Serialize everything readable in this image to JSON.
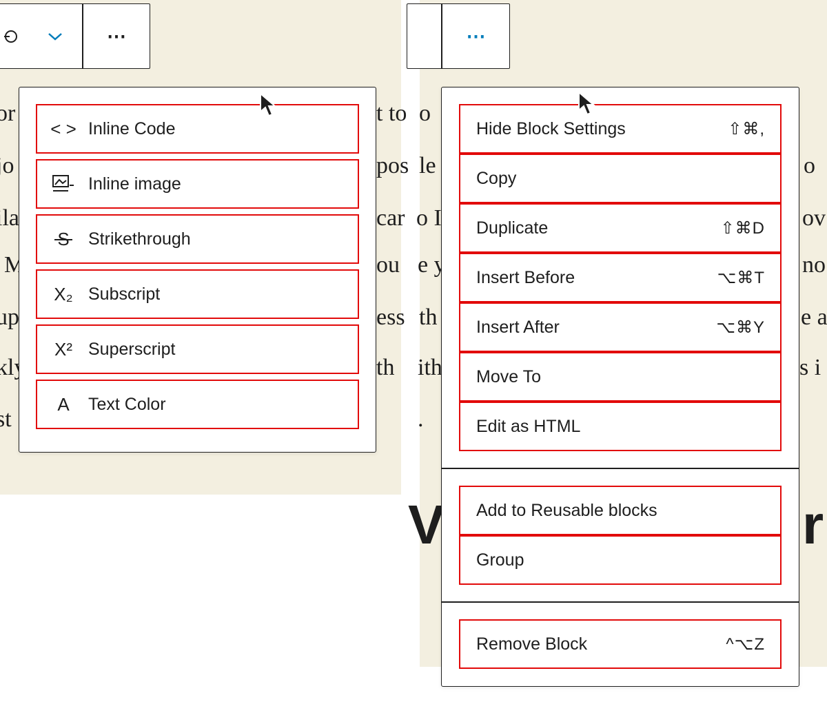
{
  "colors": {
    "editor_bg": "#f3efe0",
    "highlight": "#e20a0a",
    "accent": "#007cba",
    "text": "#1e1e1e"
  },
  "background_text": {
    "left": [
      "or",
      "jo",
      "ila",
      "M",
      "up",
      "kly",
      "st"
    ],
    "middle": [
      "t to",
      "pos",
      "car",
      "ou",
      "ess",
      "th"
    ],
    "right_center": [
      "o",
      "le",
      "o I",
      "e y",
      "th",
      "ith",
      "."
    ],
    "right_edge": [
      "o",
      "ov",
      "no",
      "e a",
      "s i"
    ],
    "heading": [
      "Vo",
      "r"
    ]
  },
  "left_toolbar": {
    "icons": [
      "circle-icon",
      "chevron-down-icon"
    ],
    "more_label": "⋯"
  },
  "format_menu": {
    "items": [
      {
        "label": "Inline Code",
        "icon": "code-icon",
        "glyph": "< >"
      },
      {
        "label": "Inline image",
        "icon": "image-icon",
        "glyph": ""
      },
      {
        "label": "Strikethrough",
        "icon": "strikethrough-icon",
        "glyph": "S"
      },
      {
        "label": "Subscript",
        "icon": "subscript-icon",
        "glyph": "X₂"
      },
      {
        "label": "Superscript",
        "icon": "superscript-icon",
        "glyph": "X²"
      },
      {
        "label": "Text Color",
        "icon": "text-color-icon",
        "glyph": "A"
      }
    ]
  },
  "right_toolbar": {
    "more_label": "⋯"
  },
  "block_menu": {
    "group1": [
      {
        "label": "Hide Block Settings",
        "shortcut": "⇧⌘,"
      },
      {
        "label": "Copy",
        "shortcut": ""
      },
      {
        "label": "Duplicate",
        "shortcut": "⇧⌘D"
      },
      {
        "label": "Insert Before",
        "shortcut": "⌥⌘T"
      },
      {
        "label": "Insert After",
        "shortcut": "⌥⌘Y"
      },
      {
        "label": "Move To",
        "shortcut": ""
      },
      {
        "label": "Edit as HTML",
        "shortcut": ""
      }
    ],
    "group2": [
      {
        "label": "Add to Reusable blocks",
        "shortcut": ""
      },
      {
        "label": "Group",
        "shortcut": ""
      }
    ],
    "group3": [
      {
        "label": "Remove Block",
        "shortcut": "^⌥Z"
      }
    ]
  }
}
